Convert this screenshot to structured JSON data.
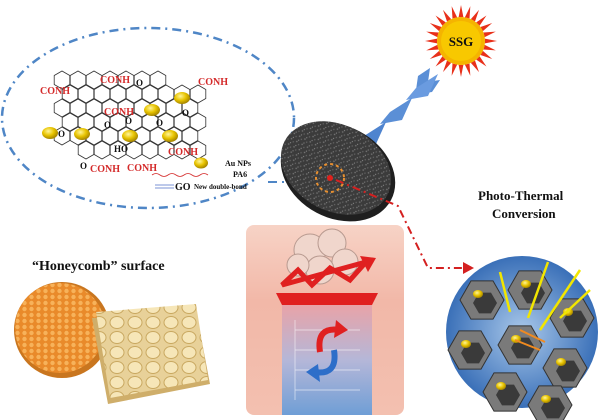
{
  "sun": {
    "label": "SSG"
  },
  "molecule": {
    "groups": [
      "CONH",
      "CONH",
      "CONH",
      "CONH",
      "CONH",
      "CONH",
      "CONH"
    ],
    "oxygens": [
      "O",
      "O",
      "O",
      "O",
      "O",
      "O",
      "O"
    ],
    "hydroxyl": "HO"
  },
  "legend": {
    "au": "Au NPs",
    "pa6": "PA6",
    "go": "GO",
    "bond": "New double-bond"
  },
  "labels": {
    "conversion_line1": "Photo-Thermal",
    "conversion_line2": "Conversion",
    "honeycomb": "“Honeycomb” surface"
  },
  "colors": {
    "sun": "#f5b400",
    "arrow_blue": "#5b8fd6",
    "arrow_red": "#e0201b",
    "disc": "#3d3d3d",
    "box_top": "#f5c6b8",
    "box_bottom": "#7aa6d8",
    "circle": "#3f79c4",
    "gold": "#e8c400"
  }
}
